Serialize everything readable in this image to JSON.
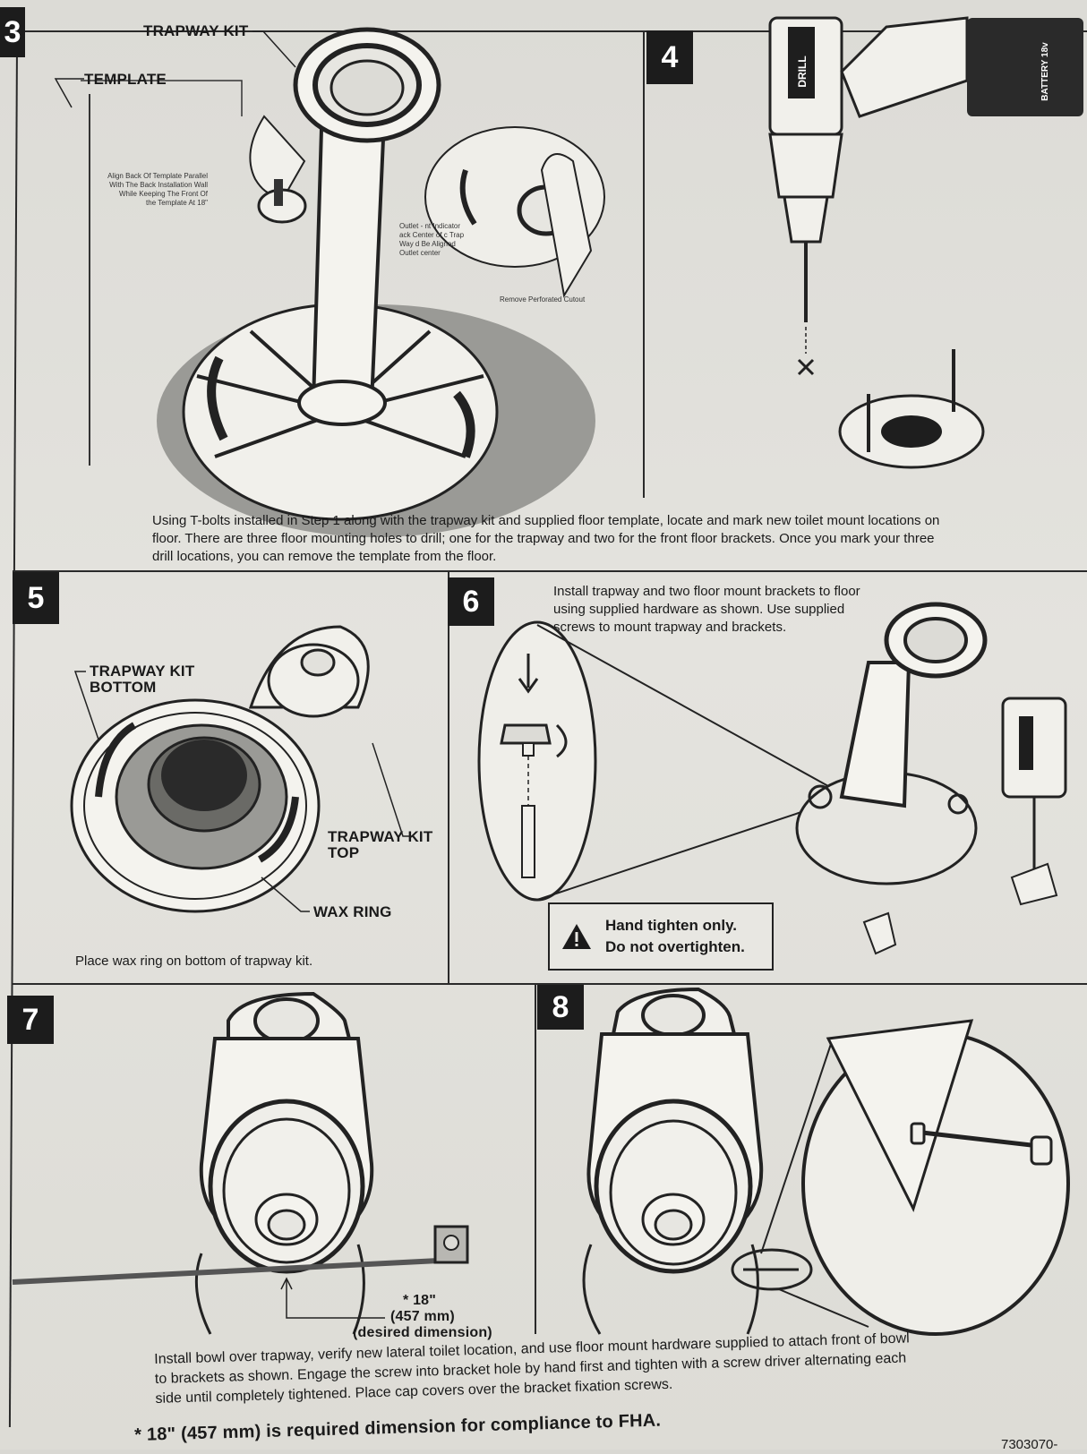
{
  "document": {
    "number": "7303070-"
  },
  "steps": {
    "s3": {
      "number": "3",
      "trapway_kit_label": "TRAPWAY KIT",
      "template_label": "TEMPLATE",
      "align_note": "Align Back Of Template Parallel With The Back Installation Wall While Keeping The Front Of the Template At 18\"",
      "outlet_note": "Outlet - nt Indicator ack Center of c Trap Way d Be Aligned Outlet center",
      "cutout_note": "Remove Perforated Cutout"
    },
    "s4": {
      "number": "4",
      "drill_label": "DRILL",
      "battery_label": "BATTERY 18v",
      "text": "Using T-bolts installed in Step 1 along with the trapway kit and supplied floor template, locate and mark new toilet mount locations on floor. There are three floor mounting holes to drill; one for the trapway and two for the front floor brackets. Once you mark your three drill locations, you can remove the template from the floor."
    },
    "s5": {
      "number": "5",
      "bottom_label": "TRAPWAY KIT BOTTOM",
      "top_label": "TRAPWAY KIT TOP",
      "wax_label": "WAX RING",
      "text": "Place wax ring on bottom of trapway kit."
    },
    "s6": {
      "number": "6",
      "text": "Install trapway and two floor mount brackets to floor using supplied hardware as shown. Use supplied screws to mount trapway and brackets.",
      "warning_1": "Hand tighten only.",
      "warning_2": "Do not overtighten."
    },
    "s7": {
      "number": "7",
      "dimension_1": "* 18\"",
      "dimension_2": "(457 mm)",
      "dimension_3": "(desired dimension)"
    },
    "s8": {
      "number": "8",
      "text": "Install bowl over trapway, verify new lateral toilet location, and use floor mount hardware supplied to attach front of bowl to brackets as shown. Engage the screw into bracket hole by hand first and tighten with a screw driver alternating each side until completely tightened. Place cap covers over the bracket fixation screws.",
      "fha_note": "* 18\" (457 mm) is required dimension for compliance to FHA."
    }
  }
}
